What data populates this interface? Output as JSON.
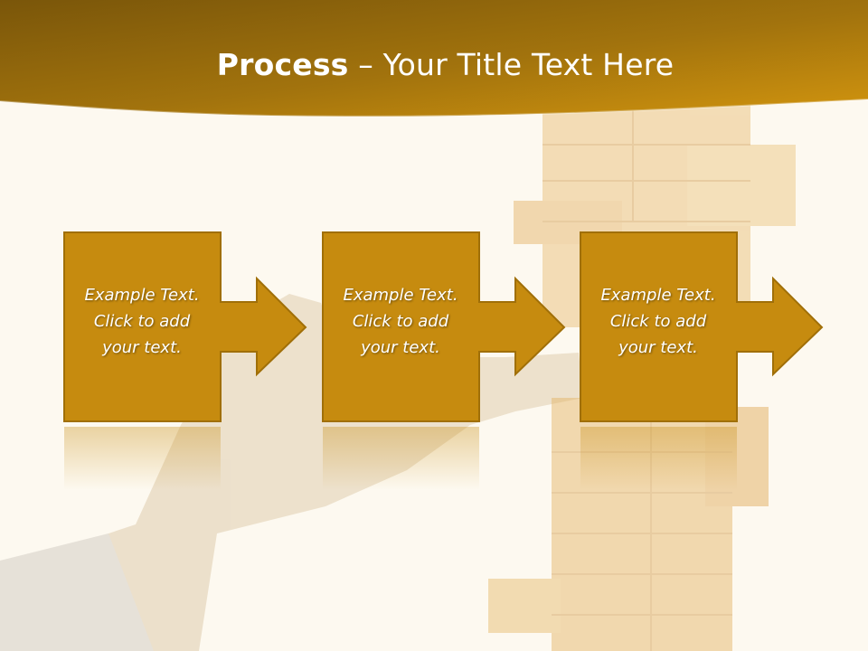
{
  "slide": {
    "title_bold": "Process",
    "title_rest": " – Your Title Text Here"
  },
  "steps": [
    {
      "line1": "Example Text.",
      "line2": "Click  to add",
      "line3": "your text."
    },
    {
      "line1": "Example Text.",
      "line2": "Click  to add",
      "line3": "your text."
    },
    {
      "line1": "Example Text.",
      "line2": "Click  to add",
      "line3": "your text."
    }
  ],
  "colors": {
    "header_dark": "#7d5a0a",
    "header_light": "#c48a0e",
    "box_fill": "#c68b0f",
    "box_border": "#9c6b08",
    "background": "#fdf9f0"
  }
}
